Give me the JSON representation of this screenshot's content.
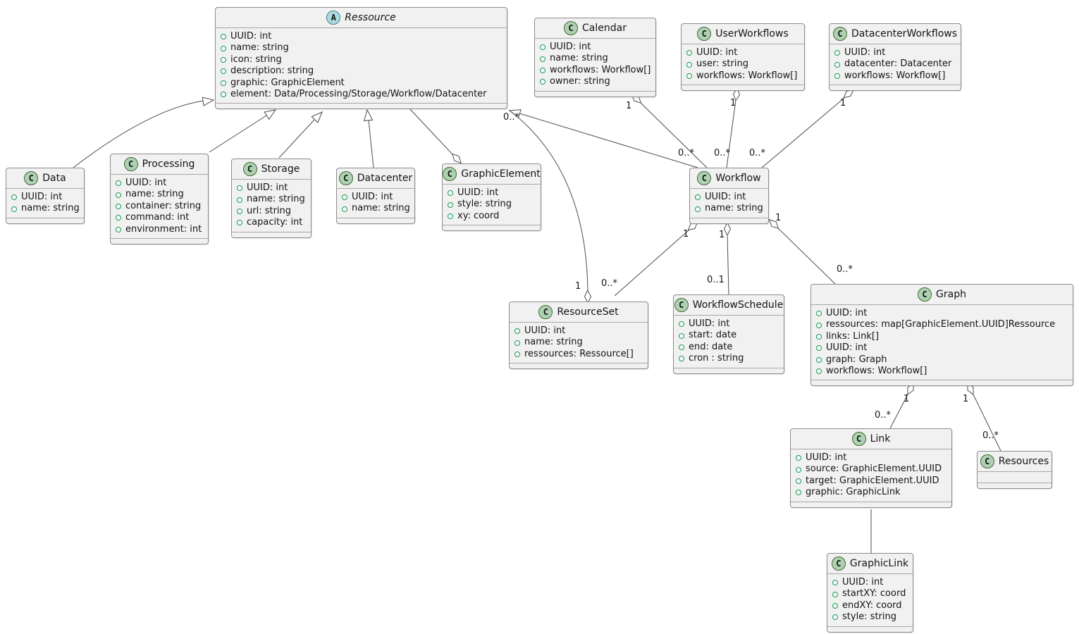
{
  "diagram_type": "uml-class-diagram",
  "colors": {
    "box_background": "#F1F1F1",
    "box_border": "#8C8C8C",
    "class_icon_bg": "#ADD1B2",
    "abstract_icon_bg": "#A9DCDF",
    "field_icon": "#129B4E",
    "edge_line": "#4D4D4D"
  },
  "classes": {
    "ressource": {
      "kind": "abstract",
      "letter": "A",
      "name": "Ressource",
      "attrs": [
        "UUID: int",
        "name: string",
        "icon: string",
        "description: string",
        "graphic: GraphicElement",
        "element: Data/Processing/Storage/Workflow/Datacenter"
      ]
    },
    "calendar": {
      "kind": "class",
      "letter": "C",
      "name": "Calendar",
      "attrs": [
        "UUID: int",
        "name: string",
        "workflows: Workflow[]",
        "owner: string"
      ]
    },
    "userworkflows": {
      "kind": "class",
      "letter": "C",
      "name": "UserWorkflows",
      "attrs": [
        "UUID: int",
        "user: string",
        "workflows: Workflow[]"
      ]
    },
    "datacenterworkflows": {
      "kind": "class",
      "letter": "C",
      "name": "DatacenterWorkflows",
      "attrs": [
        "UUID: int",
        "datacenter: Datacenter",
        "workflows: Workflow[]"
      ]
    },
    "data": {
      "kind": "class",
      "letter": "C",
      "name": "Data",
      "attrs": [
        "UUID: int",
        "name: string"
      ]
    },
    "processing": {
      "kind": "class",
      "letter": "C",
      "name": "Processing",
      "attrs": [
        "UUID: int",
        "name: string",
        "container: string",
        "command: int",
        "environment: int"
      ]
    },
    "storage": {
      "kind": "class",
      "letter": "C",
      "name": "Storage",
      "attrs": [
        "UUID: int",
        "name: string",
        "url: string",
        "capacity: int"
      ]
    },
    "datacenter": {
      "kind": "class",
      "letter": "C",
      "name": "Datacenter",
      "attrs": [
        "UUID: int",
        "name: string"
      ]
    },
    "graphicelement": {
      "kind": "class",
      "letter": "C",
      "name": "GraphicElement",
      "attrs": [
        "UUID: int",
        "style: string",
        "xy: coord"
      ]
    },
    "workflow": {
      "kind": "class",
      "letter": "C",
      "name": "Workflow",
      "attrs": [
        "UUID: int",
        "name: string"
      ]
    },
    "resourceset": {
      "kind": "class",
      "letter": "C",
      "name": "ResourceSet",
      "attrs": [
        "UUID: int",
        "name: string",
        "ressources: Ressource[]"
      ]
    },
    "workflowschedule": {
      "kind": "class",
      "letter": "C",
      "name": "WorkflowSchedule",
      "attrs": [
        "UUID: int",
        "start: date",
        "end: date",
        "cron : string"
      ]
    },
    "graph": {
      "kind": "class",
      "letter": "C",
      "name": "Graph",
      "attrs": [
        "UUID: int",
        "ressources: map[GraphicElement.UUID]Ressource",
        "links: Link[]",
        "UUID: int",
        "graph: Graph",
        "workflows: Workflow[]"
      ]
    },
    "link": {
      "kind": "class",
      "letter": "C",
      "name": "Link",
      "attrs": [
        "UUID: int",
        "source: GraphicElement.UUID",
        "target: GraphicElement.UUID",
        "graphic: GraphicLink"
      ]
    },
    "resources": {
      "kind": "class",
      "letter": "C",
      "name": "Resources",
      "attrs": []
    },
    "graphiclink": {
      "kind": "class",
      "letter": "C",
      "name": "GraphicLink",
      "attrs": [
        "UUID: int",
        "startXY: coord",
        "endXY: coord",
        "style: string"
      ]
    }
  },
  "labels": [
    "1",
    "0..*",
    "1",
    "0..*",
    "1",
    "0..*",
    "0..*",
    "1",
    "0..*",
    "1",
    "1",
    "0..1",
    "1",
    "0..*",
    "1",
    "0..*",
    "1",
    "0..*"
  ]
}
